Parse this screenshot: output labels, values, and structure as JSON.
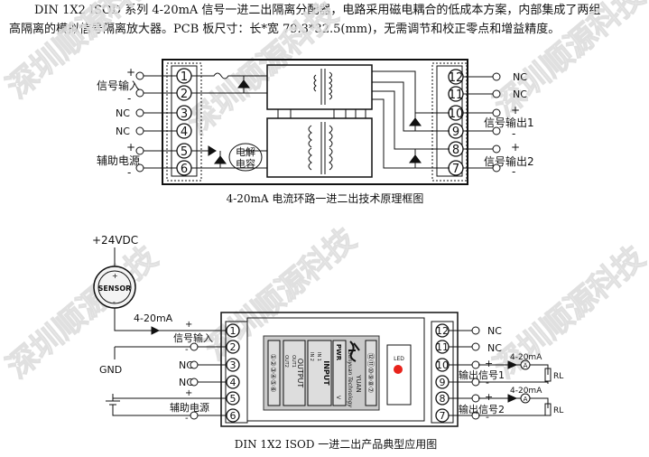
{
  "intro": {
    "line1": "DIN 1X2 ISOD 系列 4-20mA 信号一进二出隔离分配器，电路采用磁电耦合的低成本方案，内部集成了两组",
    "line2": "高隔离的模拟信号隔离放大器。PCB 板尺寸：长*宽  79.3*32.5(mm)，无需调节和校正零点和增益精度。"
  },
  "watermark": "深圳顺源科技",
  "block_diagram": {
    "caption": "4-20mA 电流环路一进二出技术原理框图",
    "left_pins": [
      "1",
      "2",
      "3",
      "4",
      "5",
      "6"
    ],
    "right_pins": [
      "12",
      "11",
      "10",
      "9",
      "8",
      "7"
    ],
    "left_labels": {
      "plus1": "+",
      "signal_in": "信号输入",
      "minus1": "-",
      "nc3": "NC",
      "nc4": "NC",
      "plus2": "+",
      "aux_power": "辅助电源",
      "minus2": "-"
    },
    "right_labels": {
      "nc12": "NC",
      "nc11": "NC",
      "plus1": "+",
      "out1": "信号输出1",
      "minus1": "-",
      "plus2": "+",
      "out2": "信号输出2",
      "minus2": "-"
    },
    "capacitor_line1": "电解",
    "capacitor_line2": "电容"
  },
  "application_diagram": {
    "caption": "DIN 1X2 ISOD 一进二出产品典型应用图",
    "supply": "+24VDC",
    "sensor": "SENSOR",
    "sensor_plus": "+",
    "sensor_minus": "-",
    "loop_current": "4-20mA",
    "gnd": "GND",
    "left_pins": [
      "1",
      "2",
      "3",
      "4",
      "5",
      "6"
    ],
    "right_pins": [
      "12",
      "11",
      "10",
      "9",
      "8",
      "7"
    ],
    "left_labels": {
      "plus1": "+",
      "signal_in": "信号输入",
      "minus1": "-",
      "nc3": "NC",
      "nc4": "NC",
      "plus2": "+",
      "aux_power": "辅助电源",
      "minus2": "-"
    },
    "right_labels": {
      "nc12": "NC",
      "nc11": "NC",
      "plus1": "+",
      "out1": "输出信号1",
      "minus1": "-",
      "plus2": "+",
      "out2": "输出信号2",
      "minus2": "-"
    },
    "out_current1": "4-20mA",
    "out_current2": "4-20mA",
    "ammeter": "A",
    "load1": "RL",
    "load2": "RL",
    "label_panel": {
      "brand": "YUAN",
      "company": "Sunyuan Technology",
      "pwr": "PWR",
      "pwr_v": "V",
      "input": "INPUT",
      "in1": "IN 1",
      "in2": "IN 2",
      "output": "OUTPUT",
      "out1": "OUT1",
      "out2": "OUT2",
      "pins_top": "⑫⑪⑩⑨⑧⑦",
      "pins_bottom": "①②③④⑤⑥",
      "led": "LED"
    }
  }
}
